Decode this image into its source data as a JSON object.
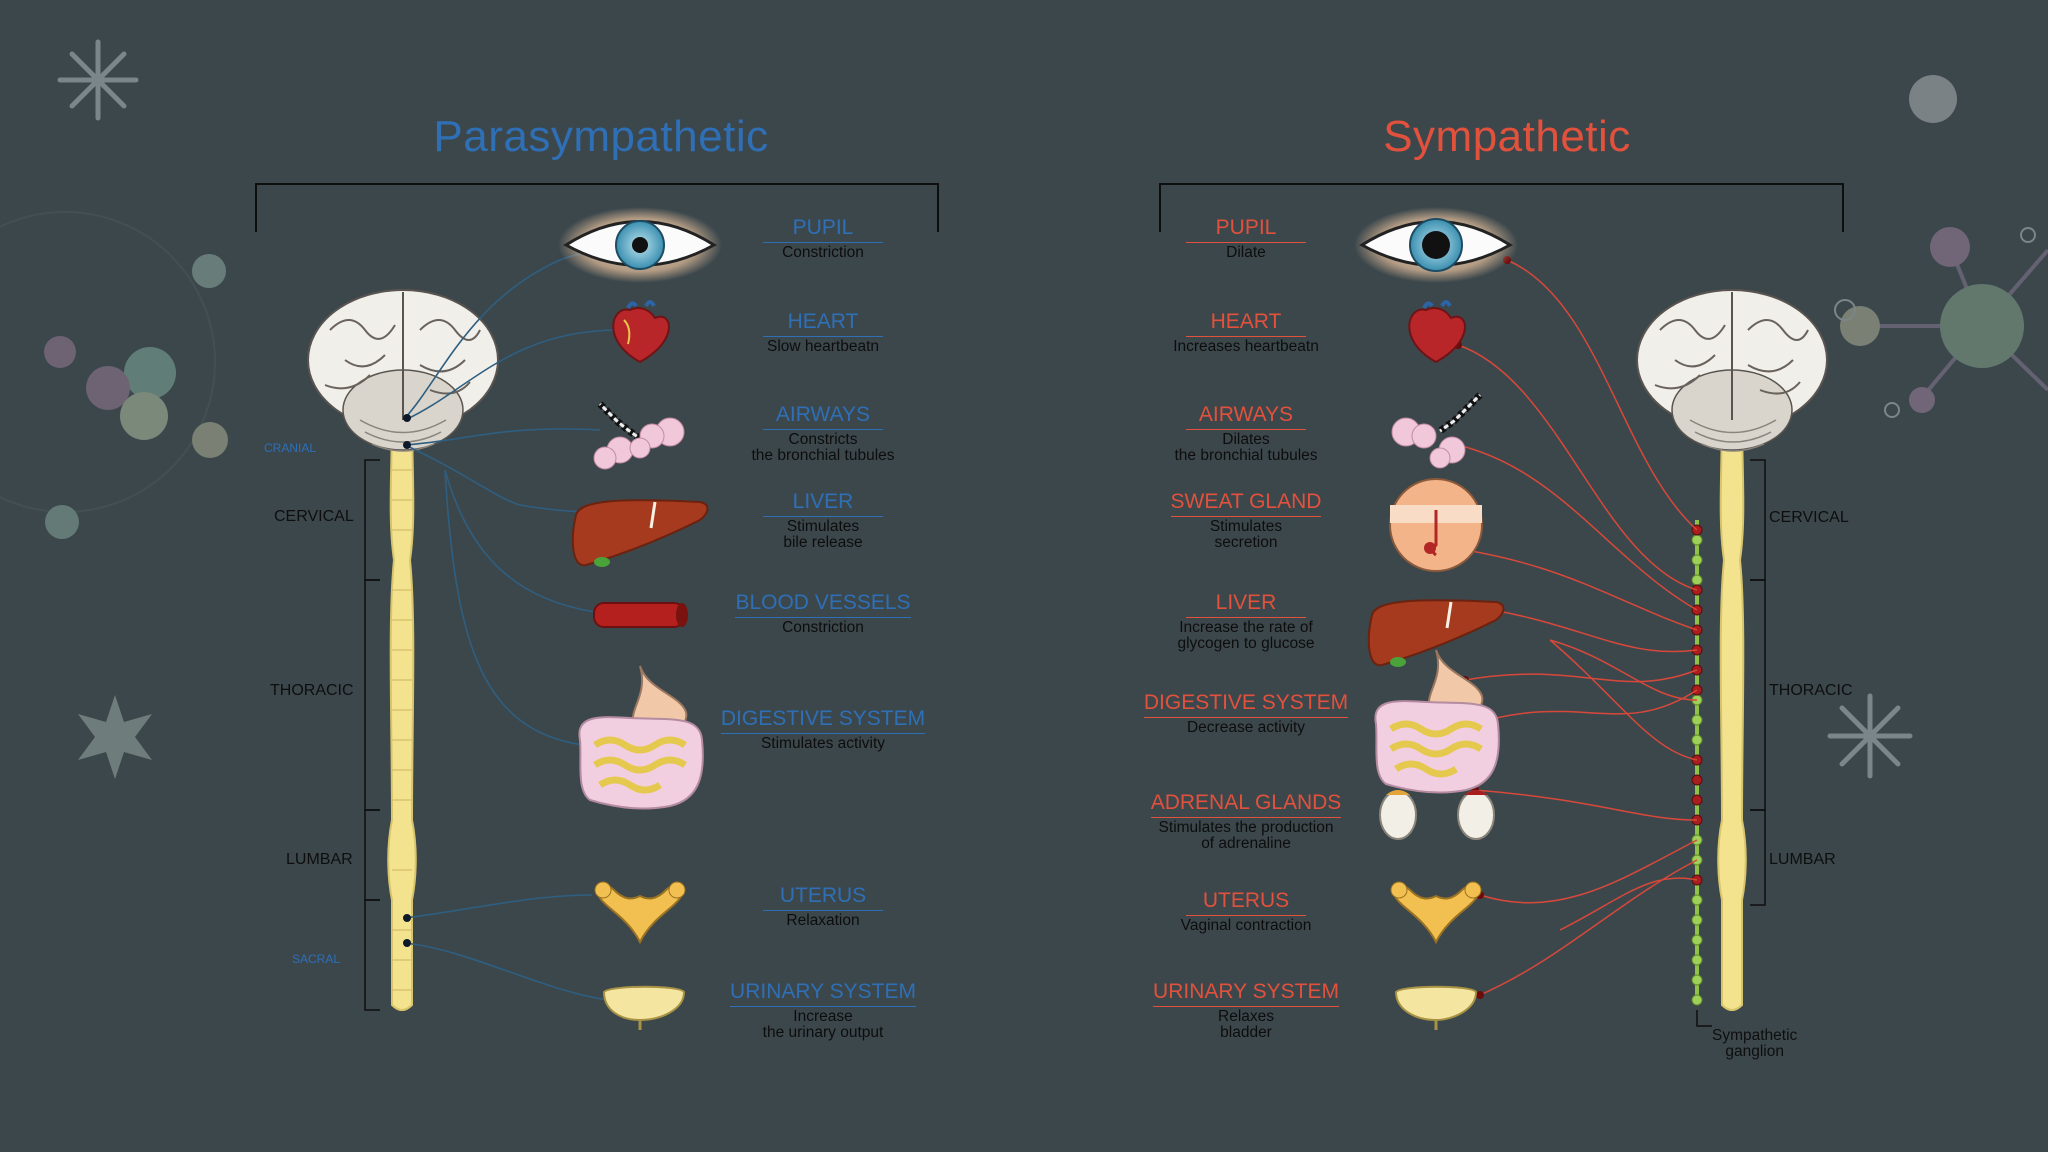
{
  "colors": {
    "background": "#3c474c",
    "parasympathetic": "#2e6fb6",
    "sympathetic": "#e2513c",
    "spinal_cord": "#f2e28f",
    "ganglion": "#8fc24a"
  },
  "parasympathetic": {
    "title": "Parasympathetic",
    "organs": [
      {
        "name": "PUPIL",
        "desc": "Constriction",
        "icon": "eye-icon"
      },
      {
        "name": "HEART",
        "desc": "Slow heartbeatn",
        "icon": "heart-icon"
      },
      {
        "name": "AIRWAYS",
        "desc": "Constricts\nthe bronchial tubules",
        "icon": "lungs-icon"
      },
      {
        "name": "LIVER",
        "desc": "Stimulates\nbile release",
        "icon": "liver-icon"
      },
      {
        "name": "BLOOD VESSELS",
        "desc": "Constriction",
        "icon": "blood-vessel-icon"
      },
      {
        "name": "DIGESTIVE SYSTEM",
        "desc": "Stimulates activity",
        "icon": "digestive-system-icon"
      },
      {
        "name": "UTERUS",
        "desc": "Relaxation",
        "icon": "uterus-icon"
      },
      {
        "name": "URINARY SYSTEM",
        "desc": "Increase\nthe urinary output",
        "icon": "bladder-icon"
      }
    ],
    "regions": {
      "cranial": "CRANIAL",
      "cervical": "CERVICAL",
      "thoracic": "THORACIC",
      "lumbar": "LUMBAR",
      "sacral": "SACRAL"
    }
  },
  "sympathetic": {
    "title": "Sympathetic",
    "organs": [
      {
        "name": "PUPIL",
        "desc": "Dilate",
        "icon": "eye-icon"
      },
      {
        "name": "HEART",
        "desc": "Increases heartbeatn",
        "icon": "heart-icon"
      },
      {
        "name": "AIRWAYS",
        "desc": "Dilates\nthe bronchial tubules",
        "icon": "lungs-icon"
      },
      {
        "name": "SWEAT GLAND",
        "desc": "Stimulates\nsecretion",
        "icon": "sweat-gland-icon"
      },
      {
        "name": "LIVER",
        "desc": "Increase the rate of\nglycogen to glucose",
        "icon": "liver-icon"
      },
      {
        "name": "DIGESTIVE SYSTEM",
        "desc": "Decrease activity",
        "icon": "digestive-system-icon"
      },
      {
        "name": "ADRENAL GLANDS",
        "desc": "Stimulates the production\nof adrenaline",
        "icon": "adrenal-glands-icon"
      },
      {
        "name": "UTERUS",
        "desc": "Vaginal contraction",
        "icon": "uterus-icon"
      },
      {
        "name": "URINARY SYSTEM",
        "desc": "Relaxes\nbladder",
        "icon": "bladder-icon"
      }
    ],
    "regions": {
      "cervical": "CERVICAL",
      "thoracic": "THORACIC",
      "lumbar": "LUMBAR"
    },
    "ganglion_label": "Sympathetic\nganglion"
  }
}
